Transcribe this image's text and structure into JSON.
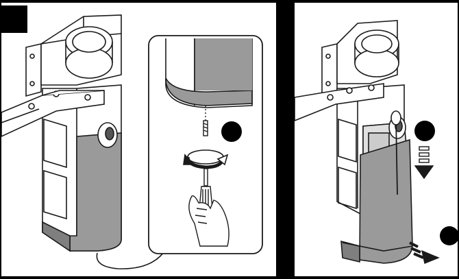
{
  "colors": {
    "background": "#000000",
    "panel": "#ffffff",
    "line": "#1a1a1a",
    "cover_gray": "#9a9a9a",
    "cover_dark": "#7f7f7f",
    "step_badge": "#000000"
  },
  "icons": [
    "gate-motor-unit",
    "screwdriver",
    "rotation-arrow",
    "hand",
    "slide-down-arrow",
    "pull-out-arrow",
    "step-marker"
  ]
}
